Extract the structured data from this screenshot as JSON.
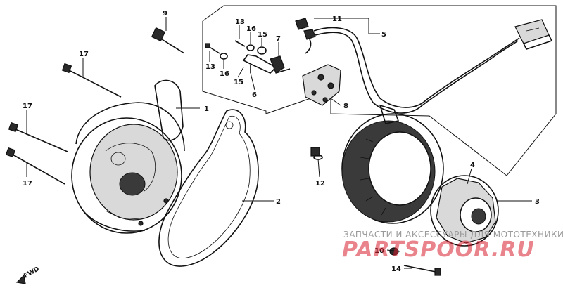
{
  "callouts": {
    "c1": "1",
    "c2": "2",
    "c3": "3",
    "c4": "4",
    "c5": "5",
    "c6": "6",
    "c7": "7",
    "c8": "8",
    "c9": "9",
    "c10": "10",
    "c11": "11",
    "c12": "12",
    "c13a": "13",
    "c13b": "13",
    "c14": "14",
    "c15a": "15",
    "c15b": "15",
    "c16a": "16",
    "c16b": "16",
    "c17a": "17",
    "c17b": "17",
    "c17c": "17"
  },
  "direction_marker": {
    "label": "FWD"
  },
  "watermark": {
    "line1": "ЗАПЧАСТИ И АКСЕССУАРЫ ДЛЯ МОТОТЕХНИКИ",
    "line2": "PARTSPOOR.RU"
  },
  "colors": {
    "ink": "#111111",
    "watermark_red": "#d71e2d",
    "watermark_gray": "#9a9a9a"
  }
}
